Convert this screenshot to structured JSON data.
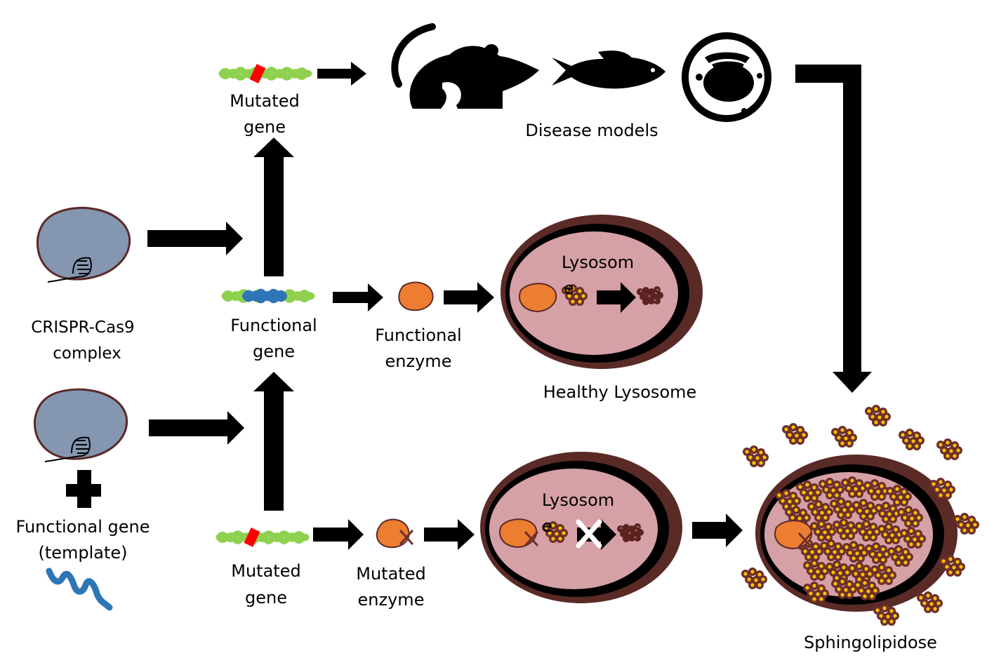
{
  "labels": {
    "mutated_gene_top": [
      "Mutated",
      "gene"
    ],
    "disease_models": "Disease models",
    "crispr": [
      "CRISPR-Cas9",
      "complex"
    ],
    "functional_gene": [
      "Functional",
      "gene"
    ],
    "functional_enzyme": [
      "Functional",
      "enzyme"
    ],
    "lysosome_healthy": [
      "Lysosom",
      "e"
    ],
    "healthy_lysosome": "Healthy Lysosome",
    "functional_gene_template": [
      "Functional gene",
      "(template)"
    ],
    "mutated_gene_bottom": [
      "Mutated",
      "gene"
    ],
    "mutated_enzyme": [
      "Mutated",
      "enzyme"
    ],
    "lysosome_diseased": [
      "Lysosom",
      "e"
    ],
    "sphingolipidose": "Sphingolipidose"
  },
  "icons": [
    "mouse-icon",
    "fish-icon",
    "cell-icon",
    "crispr-complex-icon",
    "plus-icon",
    "dna-template-icon",
    "block-x-icon"
  ],
  "colors": {
    "gene_green": "#8fd14f",
    "mutation_red": "#ff0000",
    "functional_blue": "#2e75b6",
    "cas9_blue_gray": "#8496b0",
    "enzyme_orange": "#ed7d31",
    "lysosome_pink": "#d5a0a6",
    "lysosome_outer": "#5a2a27",
    "substrate_brown": "#6b2f2a",
    "substrate_yellow": "#ffc000",
    "arrow": "#000000"
  }
}
